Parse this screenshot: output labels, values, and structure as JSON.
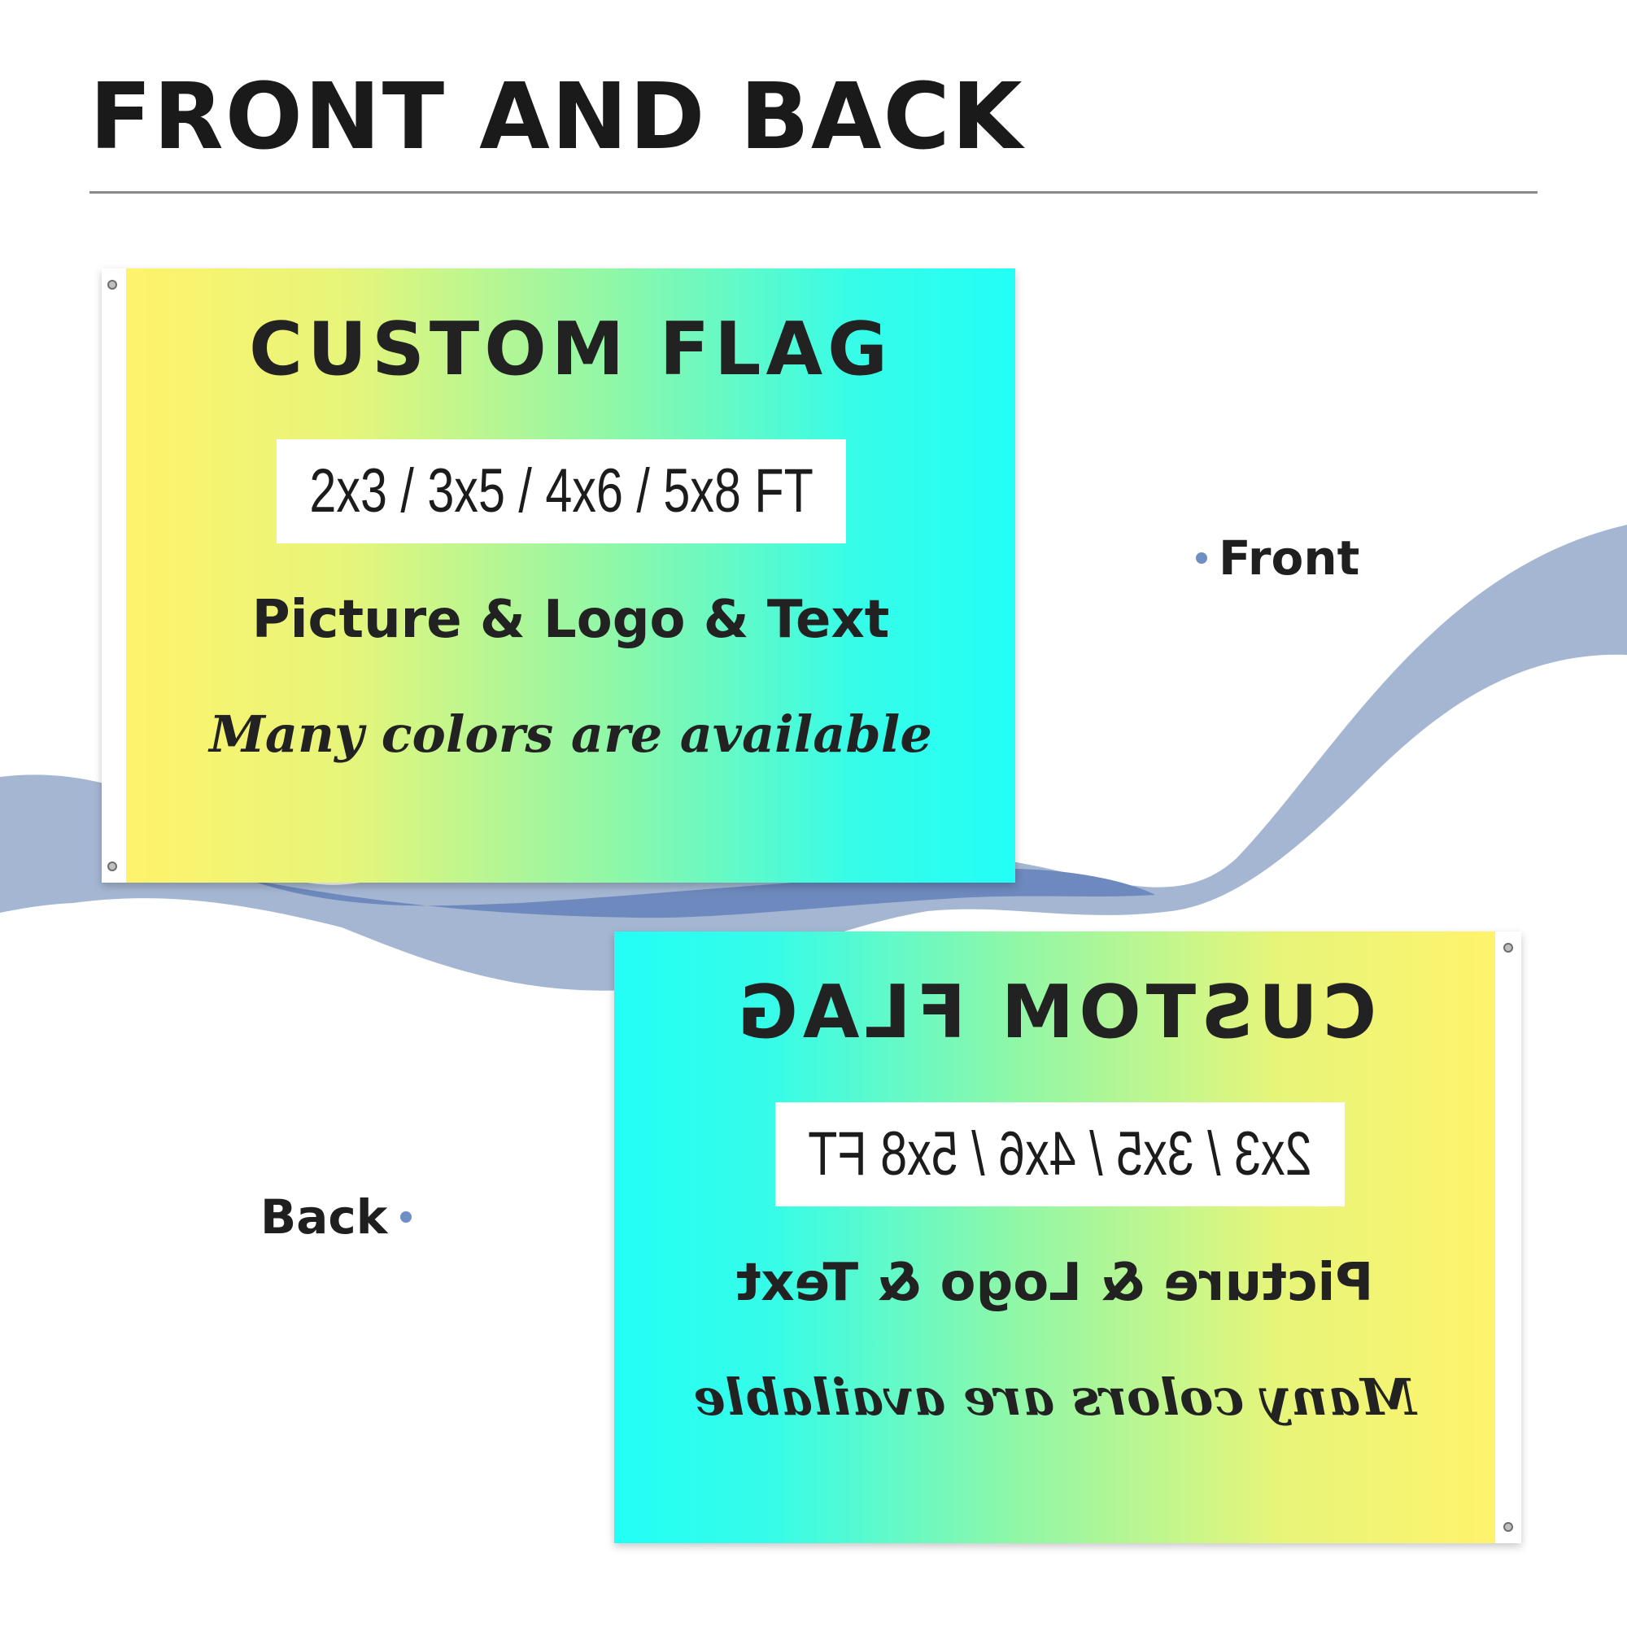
{
  "title": "FRONT AND BACK",
  "labels": {
    "front": "Front",
    "back": "Back"
  },
  "flag": {
    "title": "CUSTOM FLAG",
    "sizes": "2x3 / 3x5 / 4x6 / 5x8 FT",
    "subtitle": "Picture & Logo & Text",
    "colors_note": "Many colors are available"
  },
  "colors": {
    "wave_light": "#a4b6d2",
    "wave_dark": "#6d89bd",
    "gradient_yellow": "#fff36b",
    "gradient_green": "#8ef7a8",
    "gradient_cyan": "#22fff6",
    "bullet": "#6f8fc4"
  }
}
